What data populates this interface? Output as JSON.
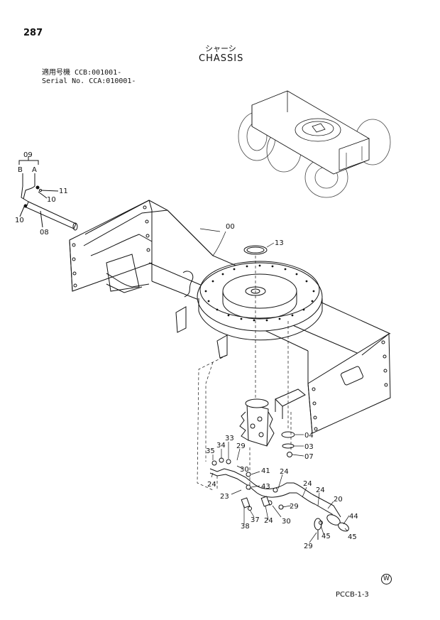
{
  "page": {
    "number": "287",
    "title_jp": "シャーシ",
    "title_en": "CHASSIS",
    "serial_line_1": "適用号機  CCB:001001-",
    "serial_line_2": "Serial No. CCA:010001-",
    "code": "PCCB-1-3",
    "w_mark": "W"
  },
  "callouts": {
    "group_09": "09",
    "B": "B",
    "A": "A",
    "p11": "11",
    "p10a": "10",
    "p10b": "10",
    "p08": "08",
    "p00": "00",
    "p13": "13",
    "p04": "04",
    "p03": "03",
    "p07": "07",
    "p33": "33",
    "p34": "34",
    "p35": "35",
    "p29a": "29",
    "p30a": "30",
    "p41": "41",
    "p24a": "24",
    "p43": "43",
    "p23": "23",
    "p24b": "24",
    "p24c": "24",
    "p24d": "24",
    "p20": "20",
    "p44": "44",
    "p29b": "29",
    "p37": "37",
    "p24e": "24",
    "p30b": "30",
    "p38": "38",
    "p45": "45",
    "p29c": "29"
  },
  "icons": {
    "main_view": "chassis-exploded-view",
    "inset_view": "machine-overview-inset"
  }
}
